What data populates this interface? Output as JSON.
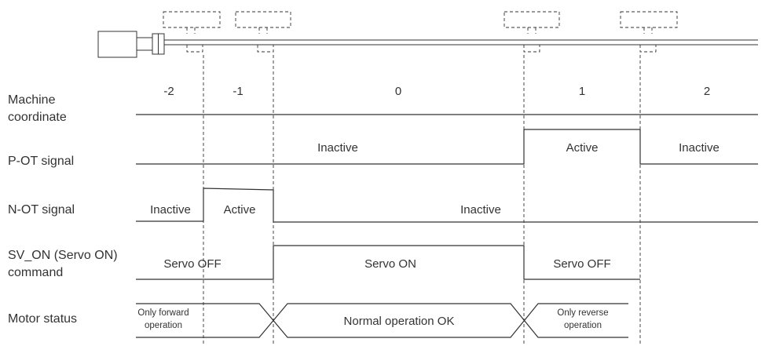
{
  "row_labels": {
    "machine": [
      "Machine",
      "coordinate"
    ],
    "p_ot": "P-OT signal",
    "n_ot": "N-OT signal",
    "sv_on": [
      "SV_ON (Servo ON)",
      "command"
    ],
    "motor": "Motor status"
  },
  "coordinates": [
    "-2",
    "-1",
    "0",
    "1",
    "2"
  ],
  "p_ot_states": {
    "left": "Inactive",
    "middle": "Active",
    "right": "Inactive"
  },
  "n_ot_states": {
    "left": "Inactive",
    "middle": "Active",
    "right": "Inactive"
  },
  "sv_on_states": {
    "left": "Servo OFF",
    "middle": "Servo ON",
    "right": "Servo OFF"
  },
  "motor_states": {
    "left": [
      "Only forward",
      "operation"
    ],
    "middle": "Normal operation OK",
    "right": [
      "Only reverse",
      "operation"
    ]
  }
}
